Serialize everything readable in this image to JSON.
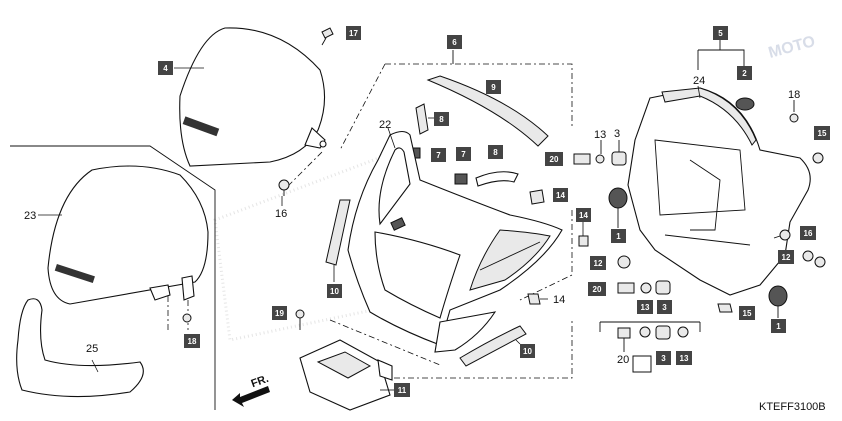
{
  "diagram": {
    "code": "KTEFF3100B",
    "direction": "FR.",
    "watermark": "MOTO",
    "part_labels": [
      {
        "n": "4",
        "style": "box"
      },
      {
        "n": "17",
        "style": "box"
      },
      {
        "n": "6",
        "style": "box"
      },
      {
        "n": "9",
        "style": "box"
      },
      {
        "n": "22",
        "style": "plain"
      },
      {
        "n": "8",
        "style": "box"
      },
      {
        "n": "7",
        "style": "box"
      },
      {
        "n": "7",
        "style": "box"
      },
      {
        "n": "8",
        "style": "box"
      },
      {
        "n": "14",
        "style": "box"
      },
      {
        "n": "14",
        "style": "box"
      },
      {
        "n": "14",
        "style": "plain"
      },
      {
        "n": "10",
        "style": "box"
      },
      {
        "n": "10",
        "style": "box"
      },
      {
        "n": "19",
        "style": "box"
      },
      {
        "n": "11",
        "style": "box"
      },
      {
        "n": "23",
        "style": "plain"
      },
      {
        "n": "16",
        "style": "plain"
      },
      {
        "n": "18",
        "style": "box"
      },
      {
        "n": "25",
        "style": "plain"
      },
      {
        "n": "5",
        "style": "box"
      },
      {
        "n": "2",
        "style": "box"
      },
      {
        "n": "24",
        "style": "plain"
      },
      {
        "n": "18",
        "style": "plain"
      },
      {
        "n": "13",
        "style": "plain"
      },
      {
        "n": "3",
        "style": "plain"
      },
      {
        "n": "20",
        "style": "box"
      },
      {
        "n": "15",
        "style": "box"
      },
      {
        "n": "1",
        "style": "box"
      },
      {
        "n": "12",
        "style": "box"
      },
      {
        "n": "16",
        "style": "box"
      },
      {
        "n": "12",
        "style": "box"
      },
      {
        "n": "20",
        "style": "box"
      },
      {
        "n": "13",
        "style": "box"
      },
      {
        "n": "3",
        "style": "box"
      },
      {
        "n": "15",
        "style": "box"
      },
      {
        "n": "1",
        "style": "box"
      },
      {
        "n": "20",
        "style": "plain"
      },
      {
        "n": "3",
        "style": "box"
      },
      {
        "n": "13",
        "style": "box"
      }
    ]
  }
}
